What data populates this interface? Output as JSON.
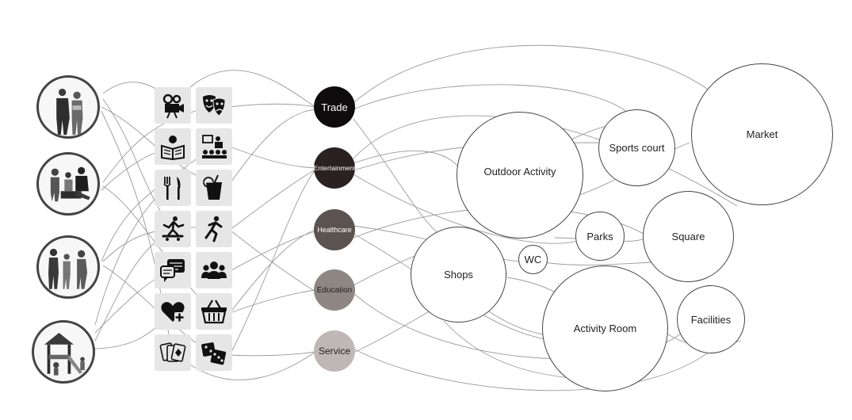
{
  "categories": [
    {
      "label": "Trade",
      "color": "#0e0c0c"
    },
    {
      "label": "Entertainment",
      "color": "#2a2220"
    },
    {
      "label": "Healthcare",
      "color": "#5b5350"
    },
    {
      "label": "Education",
      "color": "#8e8683"
    },
    {
      "label": "Service",
      "color": "#bfb7b5"
    }
  ],
  "places": {
    "outdoor_activity": "Outdoor Activity",
    "sports_court": "Sports court",
    "market": "Market",
    "parks": "Parks",
    "square": "Square",
    "shops": "Shops",
    "wc": "WC",
    "activity_room": "Activity Room",
    "facilities": "Facilities"
  },
  "icons": [
    "film-camera-icon",
    "theater-masks-icon",
    "reading-newspaper-icon",
    "lecture-audience-icon",
    "fork-knife-icon",
    "drink-icon",
    "skateboard-icon",
    "running-icon",
    "chat-bubbles-icon",
    "group-icon",
    "heart-plus-icon",
    "shopping-basket-icon",
    "playing-cards-icon",
    "dice-icon"
  ],
  "people": [
    "elderly-couple-photo",
    "family-with-children-photo",
    "walking-family-photo",
    "playground-children-photo"
  ]
}
